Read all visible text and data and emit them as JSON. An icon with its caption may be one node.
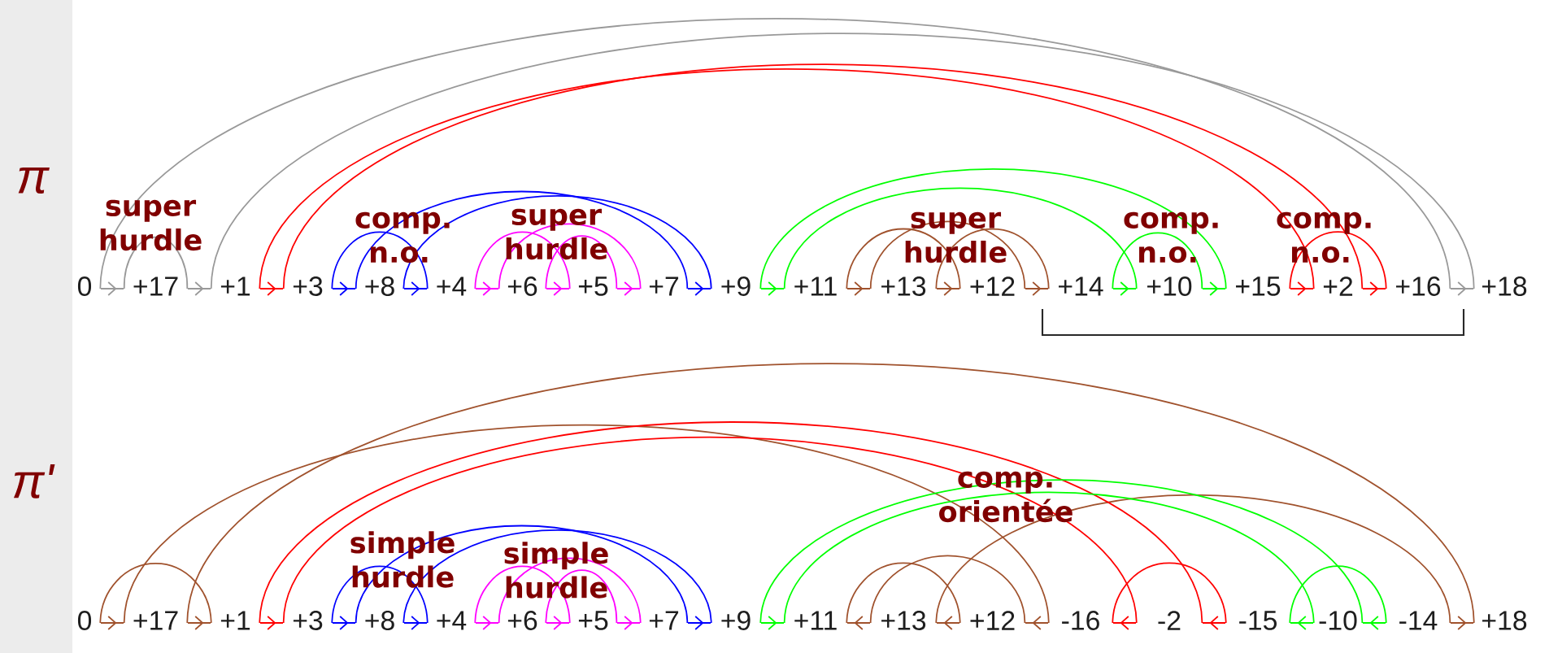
{
  "diagram": {
    "nodes": [
      {
        "text": [],
        "shape": "chevron"
      },
      {
        "text": [],
        "shape": "chevron"
      },
      {
        "text": [],
        "shape": "chevron"
      },
      {
        "text": [],
        "shape": "chevron"
      },
      {
        "text": [],
        "shape": "chevron"
      },
      {
        "text": [],
        "shape": "chevron"
      },
      {
        "text": [],
        "shape": "chevron"
      },
      {
        "text": [],
        "shape": "chevron"
      },
      {
        "text": [],
        "shape": "chevron"
      },
      {
        "text": [],
        "shape": "chevron"
      },
      {
        "text": [],
        "shape": "chevron"
      },
      {
        "text": [],
        "shape": "chevron"
      },
      {
        "text": [],
        "shape": "chevron"
      },
      {
        "text": [],
        "shape": "chevron"
      },
      {
        "text": [],
        "shape": "chevron"
      },
      {
        "text": [],
        "shape": "chevron"
      },
      {
        "text": [],
        "shape": "chevron"
      },
      {
        "text": [],
        "shape": "chevron"
      },
      {
        "text": [],
        "shape": "chevron"
      },
      {
        "text": [],
        "shape": "chevron"
      },
      {
        "text": [],
        "shape": "chevron"
      },
      {
        "text": [],
        "shape": "chevron"
      },
      {
        "text": [],
        "shape": "chevron"
      },
      {
        "text": [],
        "shape": "chevron"
      },
      {
        "text": [],
        "shape": "chevron"
      },
      {
        "text": [],
        "shape": "chevron"
      },
      {
        "text": [],
        "shape": "chevron"
      },
      {
        "text": [],
        "shape": "chevron"
      },
      {
        "text": [],
        "shape": "chevron"
      },
      {
        "text": [],
        "shape": "chevron"
      },
      {
        "text": [],
        "shape": "chevron"
      },
      {
        "text": [],
        "shape": "chevron"
      },
      {
        "text": [],
        "shape": "chevron"
      },
      {
        "text": [],
        "shape": "chevron"
      },
      {
        "text": [],
        "shape": "chevron"
      },
      {
        "text": [],
        "shape": "chevron"
      }
    ],
    "edges": [
      {
        "from": 0,
        "to": 17,
        "arrow": "none",
        "color": "#999999"
      },
      {
        "from": 0,
        "to": 1,
        "arrow": "none",
        "color": "#999999"
      },
      {
        "from": 1,
        "to": 17,
        "arrow": "none",
        "color": "#999999"
      },
      {
        "from": 2,
        "to": 15,
        "arrow": "none",
        "color": "#ff0000"
      },
      {
        "from": 2,
        "to": 16,
        "arrow": "none",
        "color": "#ff0000"
      },
      {
        "from": 15,
        "to": 16,
        "arrow": "none",
        "color": "#ff0000"
      },
      {
        "from": 3,
        "to": 4,
        "arrow": "none",
        "color": "#0000ff"
      },
      {
        "from": 3,
        "to": 8,
        "arrow": "none",
        "color": "#0000ff"
      },
      {
        "from": 4,
        "to": 8,
        "arrow": "none",
        "color": "#0000ff"
      },
      {
        "from": 5,
        "to": 6,
        "arrow": "none",
        "color": "#ff00ff"
      },
      {
        "from": 5,
        "to": 7,
        "arrow": "none",
        "color": "#ff00ff"
      },
      {
        "from": 6,
        "to": 7,
        "arrow": "none",
        "color": "#ff00ff"
      },
      {
        "from": 9,
        "to": 14,
        "arrow": "none",
        "color": "#00ff00"
      },
      {
        "from": 9,
        "to": 13,
        "arrow": "none",
        "color": "#00ff00"
      },
      {
        "from": 13,
        "to": 14,
        "arrow": "none",
        "color": "#00ff00"
      },
      {
        "from": 10,
        "to": 11,
        "arrow": "none",
        "color": "#a0522d"
      },
      {
        "from": 10,
        "to": 12,
        "arrow": "none",
        "color": "#a0522d"
      },
      {
        "from": 11,
        "to": 12,
        "arrow": "none",
        "color": "#a0522d"
      },
      {
        "from": 18,
        "to": 19,
        "arrow": "none",
        "color": "#a0522d"
      },
      {
        "from": 18,
        "to": 30,
        "arrow": "none",
        "color": "#a0522d"
      },
      {
        "from": 19,
        "to": 35,
        "arrow": "none",
        "color": "#a0522d"
      },
      {
        "from": 28,
        "to": 29,
        "arrow": "none",
        "color": "#a0522d"
      },
      {
        "from": 28,
        "to": 30,
        "arrow": "none",
        "color": "#a0522d"
      },
      {
        "from": 29,
        "to": 35,
        "arrow": "none",
        "color": "#a0522d"
      },
      {
        "from": 20,
        "to": 32,
        "arrow": "none",
        "color": "#ff0000"
      },
      {
        "from": 20,
        "to": 31,
        "arrow": "none",
        "color": "#ff0000"
      },
      {
        "from": 31,
        "to": 32,
        "arrow": "none",
        "color": "#ff0000"
      },
      {
        "from": 21,
        "to": 22,
        "arrow": "none",
        "color": "#0000ff"
      },
      {
        "from": 21,
        "to": 26,
        "arrow": "none",
        "color": "#0000ff"
      },
      {
        "from": 22,
        "to": 26,
        "arrow": "none",
        "color": "#0000ff"
      },
      {
        "from": 23,
        "to": 24,
        "arrow": "none",
        "color": "#ff00ff"
      },
      {
        "from": 23,
        "to": 25,
        "arrow": "none",
        "color": "#ff00ff"
      },
      {
        "from": 24,
        "to": 25,
        "arrow": "none",
        "color": "#ff00ff"
      },
      {
        "from": 27,
        "to": 34,
        "arrow": "none",
        "color": "#00ff00"
      },
      {
        "from": 27,
        "to": 33,
        "arrow": "none",
        "color": "#00ff00"
      },
      {
        "from": 33,
        "to": 34,
        "arrow": "none",
        "color": "#00ff00"
      }
    ],
    "labels": [
      "π",
      "super hurdle",
      "comp. n.o.",
      "super hurdle",
      "super hurdle",
      "comp. n.o.",
      "comp. n.o.",
      "0",
      "+17",
      "+1",
      "+3",
      "+8",
      "+4",
      "+6",
      "+5",
      "+7",
      "+9",
      "+11",
      "+13",
      "+12",
      "+14",
      "+10",
      "+15",
      "+2",
      "+16",
      "+18",
      "π'",
      "comp. orientée",
      "simple hurdle",
      "simple hurdle",
      "0",
      "+17",
      "+1",
      "+3",
      "+8",
      "+4",
      "+6",
      "+5",
      "+7",
      "+9",
      "+11",
      "+13",
      "+12",
      "-16",
      "-2",
      "-15",
      "-10",
      "-14",
      "+18"
    ]
  }
}
